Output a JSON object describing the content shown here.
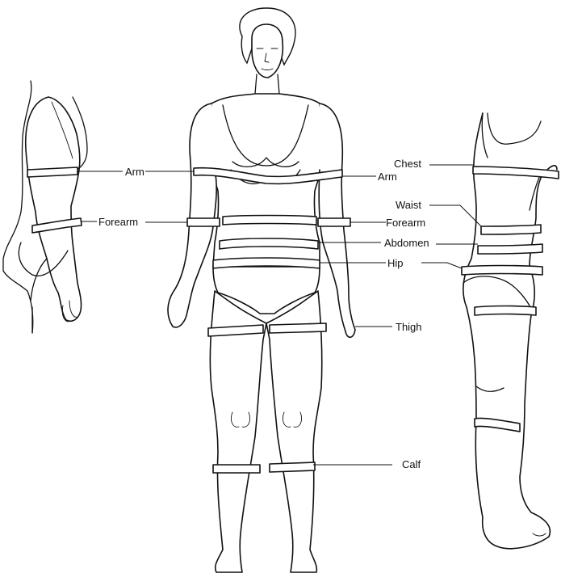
{
  "labels": {
    "left_arm": "Arm",
    "left_forearm": "Forearm",
    "center_arm": "Arm",
    "center_forearm": "Forearm",
    "abdomen": "Abdomen",
    "hip": "Hip",
    "thigh": "Thigh",
    "calf": "Calf",
    "chest": "Chest",
    "waist": "Waist"
  }
}
